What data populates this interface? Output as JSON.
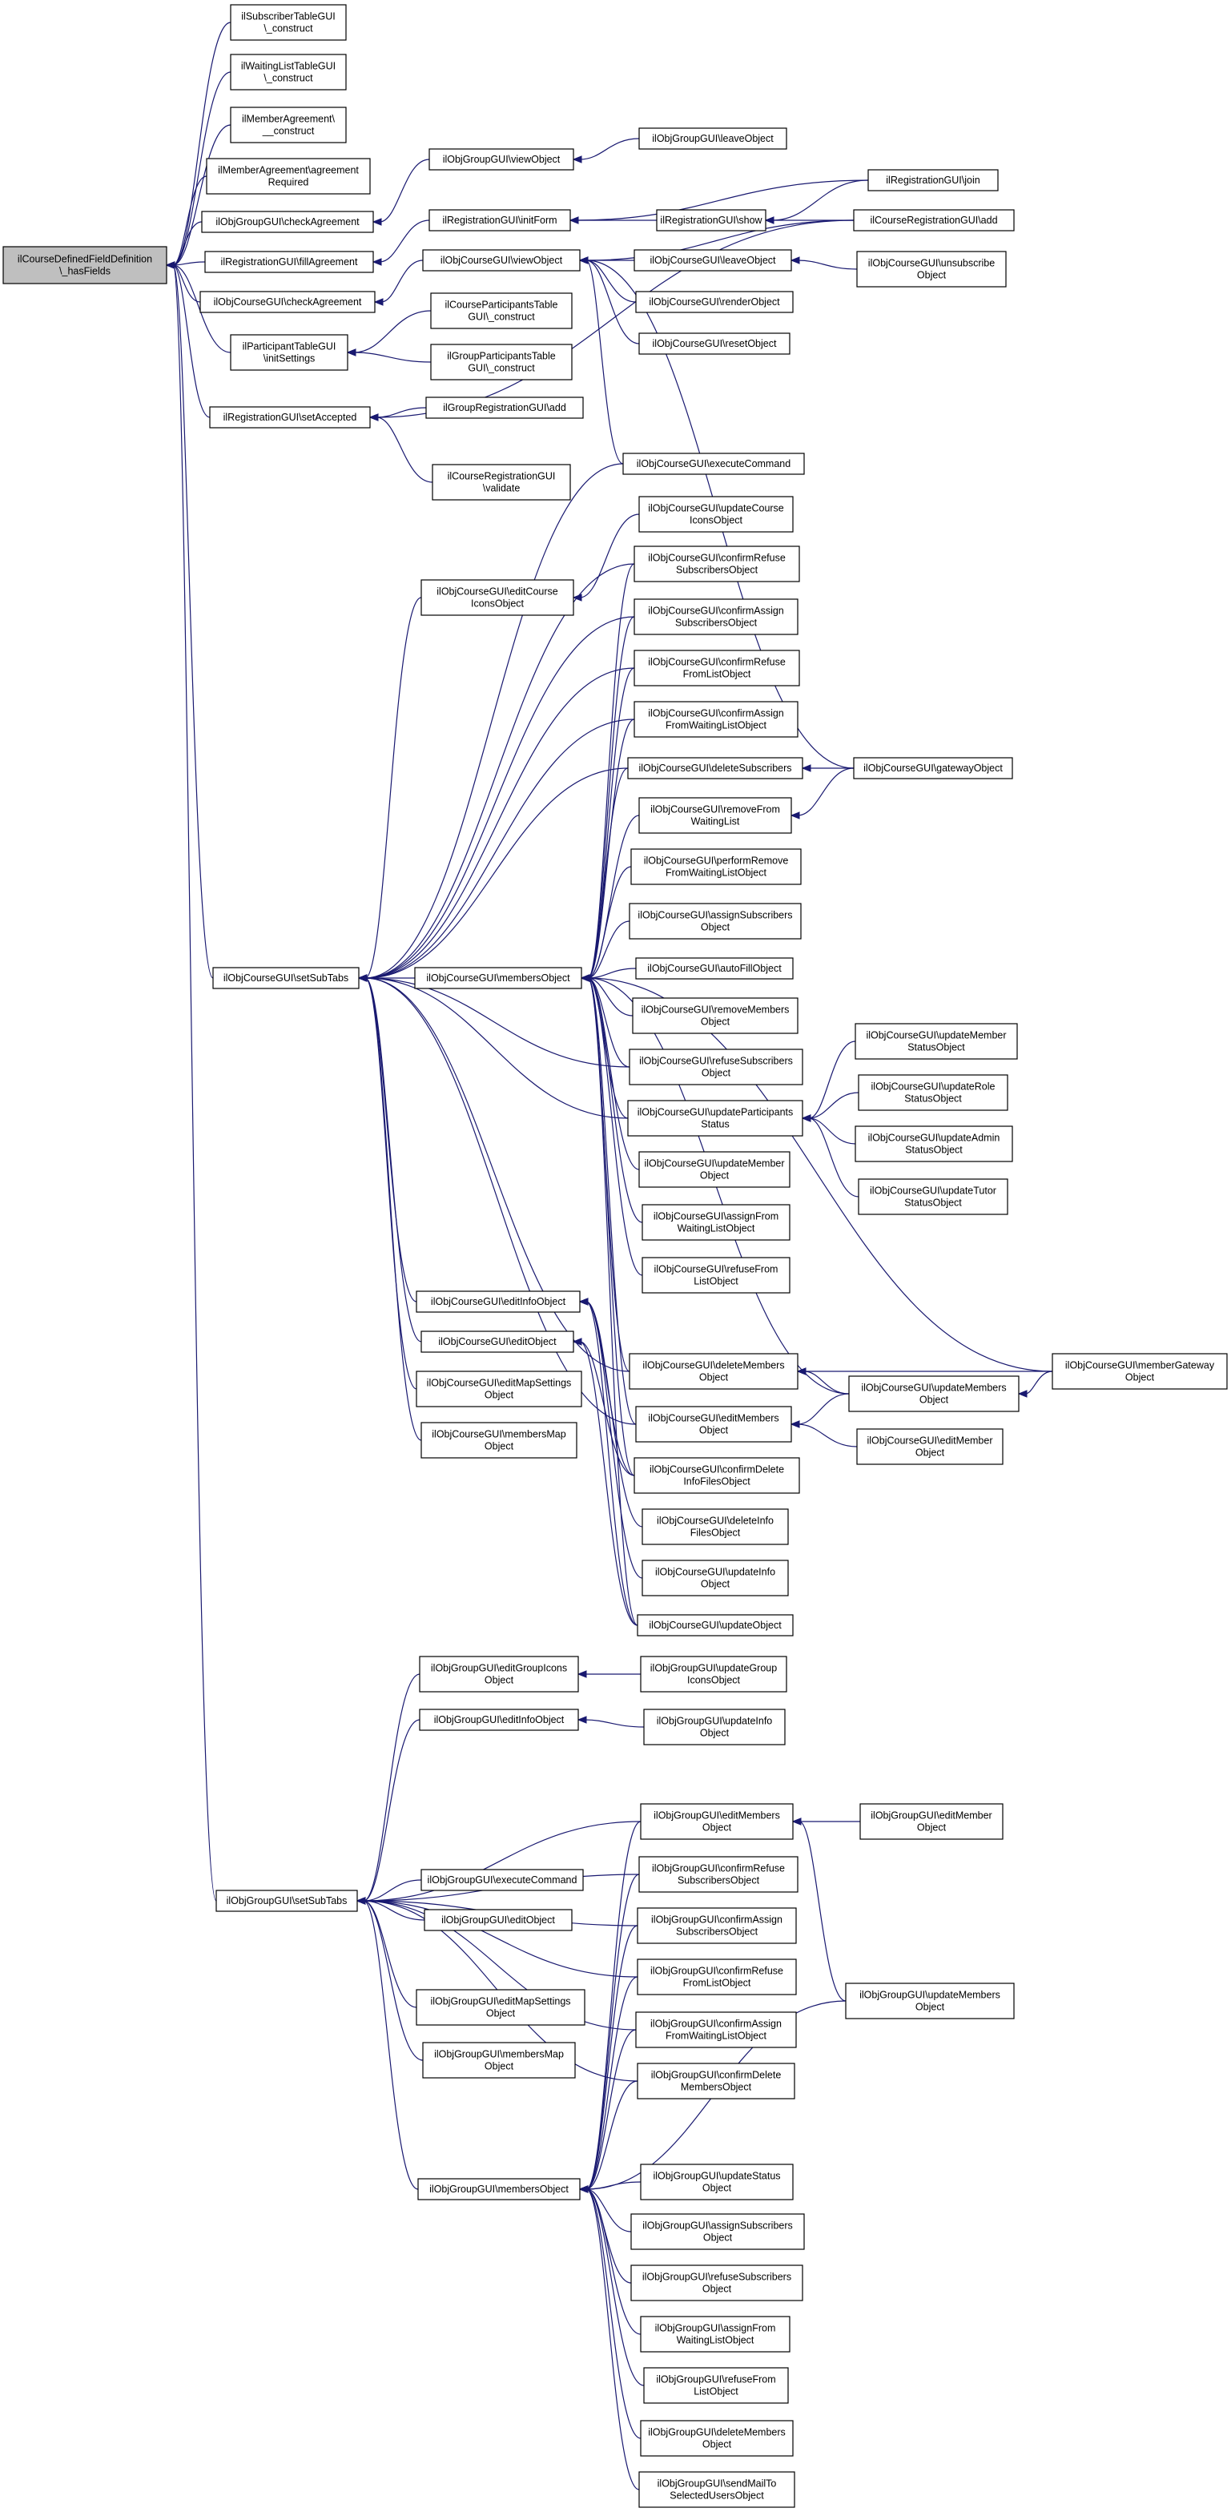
{
  "nodes": [
    {
      "id": "root",
      "lines": [
        "ilCourseDefinedFieldDefinition",
        "\\_hasFields"
      ],
      "root": true
    },
    {
      "id": "n1",
      "lines": [
        "ilSubscriberTableGUI",
        "\\_construct"
      ]
    },
    {
      "id": "n2",
      "lines": [
        "ilWaitingListTableGUI",
        "\\_construct"
      ]
    },
    {
      "id": "n3",
      "lines": [
        "ilMemberAgreement\\",
        "__construct"
      ]
    },
    {
      "id": "n4",
      "lines": [
        "ilMemberAgreement\\agreement",
        "Required"
      ]
    },
    {
      "id": "n5",
      "lines": [
        "ilObjGroupGUI\\checkAgreement"
      ]
    },
    {
      "id": "n6",
      "lines": [
        "ilRegistrationGUI\\fillAgreement"
      ]
    },
    {
      "id": "n7",
      "lines": [
        "ilObjCourseGUI\\checkAgreement"
      ]
    },
    {
      "id": "n8",
      "lines": [
        "ilParticipantTableGUI",
        "\\initSettings"
      ]
    },
    {
      "id": "n9",
      "lines": [
        "ilRegistrationGUI\\setAccepted"
      ]
    },
    {
      "id": "n10",
      "lines": [
        "ilObjGroupGUI\\viewObject"
      ]
    },
    {
      "id": "n11",
      "lines": [
        "ilRegistrationGUI\\initForm"
      ]
    },
    {
      "id": "n12",
      "lines": [
        "ilObjCourseGUI\\viewObject"
      ]
    },
    {
      "id": "n13",
      "lines": [
        "ilCourseParticipantsTable",
        "GUI\\_construct"
      ]
    },
    {
      "id": "n14",
      "lines": [
        "ilGroupParticipantsTable",
        "GUI\\_construct"
      ]
    },
    {
      "id": "n15",
      "lines": [
        "ilGroupRegistrationGUI\\add"
      ]
    },
    {
      "id": "n16",
      "lines": [
        "ilCourseRegistrationGUI",
        "\\validate"
      ]
    },
    {
      "id": "n17",
      "lines": [
        "ilObjGroupGUI\\leaveObject"
      ]
    },
    {
      "id": "n18",
      "lines": [
        "ilRegistrationGUI\\show"
      ]
    },
    {
      "id": "n19",
      "lines": [
        "ilObjCourseGUI\\leaveObject"
      ]
    },
    {
      "id": "n20",
      "lines": [
        "ilObjCourseGUI\\renderObject"
      ]
    },
    {
      "id": "n21",
      "lines": [
        "ilObjCourseGUI\\resetObject"
      ]
    },
    {
      "id": "n22",
      "lines": [
        "ilObjCourseGUI\\executeCommand"
      ]
    },
    {
      "id": "n23",
      "lines": [
        "ilRegistrationGUI\\join"
      ]
    },
    {
      "id": "n24",
      "lines": [
        "ilCourseRegistrationGUI\\add"
      ]
    },
    {
      "id": "n25",
      "lines": [
        "ilObjCourseGUI\\unsubscribe",
        "Object"
      ]
    },
    {
      "id": "n26",
      "lines": [
        "ilObjCourseGUI\\setSubTabs"
      ]
    },
    {
      "id": "n27",
      "lines": [
        "ilObjCourseGUI\\editCourse",
        "IconsObject"
      ]
    },
    {
      "id": "n28",
      "lines": [
        "ilObjCourseGUI\\membersObject"
      ]
    },
    {
      "id": "n29",
      "lines": [
        "ilObjCourseGUI\\editInfoObject"
      ]
    },
    {
      "id": "n30",
      "lines": [
        "ilObjCourseGUI\\editObject"
      ]
    },
    {
      "id": "n31",
      "lines": [
        "ilObjCourseGUI\\editMapSettings",
        "Object"
      ]
    },
    {
      "id": "n32",
      "lines": [
        "ilObjCourseGUI\\membersMap",
        "Object"
      ]
    },
    {
      "id": "n33",
      "lines": [
        "ilObjCourseGUI\\updateCourse",
        "IconsObject"
      ]
    },
    {
      "id": "n34",
      "lines": [
        "ilObjCourseGUI\\confirmRefuse",
        "SubscribersObject"
      ]
    },
    {
      "id": "n35",
      "lines": [
        "ilObjCourseGUI\\confirmAssign",
        "SubscribersObject"
      ]
    },
    {
      "id": "n36",
      "lines": [
        "ilObjCourseGUI\\confirmRefuse",
        "FromListObject"
      ]
    },
    {
      "id": "n37",
      "lines": [
        "ilObjCourseGUI\\confirmAssign",
        "FromWaitingListObject"
      ]
    },
    {
      "id": "n38",
      "lines": [
        "ilObjCourseGUI\\deleteSubscribers"
      ]
    },
    {
      "id": "n39",
      "lines": [
        "ilObjCourseGUI\\removeFrom",
        "WaitingList"
      ]
    },
    {
      "id": "n40",
      "lines": [
        "ilObjCourseGUI\\performRemove",
        "FromWaitingListObject"
      ]
    },
    {
      "id": "n41",
      "lines": [
        "ilObjCourseGUI\\assignSubscribers",
        "Object"
      ]
    },
    {
      "id": "n42",
      "lines": [
        "ilObjCourseGUI\\autoFillObject"
      ]
    },
    {
      "id": "n43",
      "lines": [
        "ilObjCourseGUI\\removeMembers",
        "Object"
      ]
    },
    {
      "id": "n44",
      "lines": [
        "ilObjCourseGUI\\refuseSubscribers",
        "Object"
      ]
    },
    {
      "id": "n45",
      "lines": [
        "ilObjCourseGUI\\updateParticipants",
        "Status"
      ]
    },
    {
      "id": "n46",
      "lines": [
        "ilObjCourseGUI\\updateMember",
        "Object"
      ]
    },
    {
      "id": "n47",
      "lines": [
        "ilObjCourseGUI\\assignFrom",
        "WaitingListObject"
      ]
    },
    {
      "id": "n48",
      "lines": [
        "ilObjCourseGUI\\refuseFrom",
        "ListObject"
      ]
    },
    {
      "id": "n49",
      "lines": [
        "ilObjCourseGUI\\deleteMembers",
        "Object"
      ]
    },
    {
      "id": "n50",
      "lines": [
        "ilObjCourseGUI\\editMembers",
        "Object"
      ]
    },
    {
      "id": "n51",
      "lines": [
        "ilObjCourseGUI\\confirmDelete",
        "InfoFilesObject"
      ]
    },
    {
      "id": "n52",
      "lines": [
        "ilObjCourseGUI\\deleteInfo",
        "FilesObject"
      ]
    },
    {
      "id": "n53",
      "lines": [
        "ilObjCourseGUI\\updateInfo",
        "Object"
      ]
    },
    {
      "id": "n54",
      "lines": [
        "ilObjCourseGUI\\updateObject"
      ]
    },
    {
      "id": "n55",
      "lines": [
        "ilObjCourseGUI\\gatewayObject"
      ]
    },
    {
      "id": "n56",
      "lines": [
        "ilObjCourseGUI\\updateMember",
        "StatusObject"
      ]
    },
    {
      "id": "n57",
      "lines": [
        "ilObjCourseGUI\\updateRole",
        "StatusObject"
      ]
    },
    {
      "id": "n58",
      "lines": [
        "ilObjCourseGUI\\updateAdmin",
        "StatusObject"
      ]
    },
    {
      "id": "n59",
      "lines": [
        "ilObjCourseGUI\\updateTutor",
        "StatusObject"
      ]
    },
    {
      "id": "n60",
      "lines": [
        "ilObjCourseGUI\\updateMembers",
        "Object"
      ]
    },
    {
      "id": "n61",
      "lines": [
        "ilObjCourseGUI\\editMember",
        "Object"
      ]
    },
    {
      "id": "n62",
      "lines": [
        "ilObjCourseGUI\\memberGateway",
        "Object"
      ]
    },
    {
      "id": "n63",
      "lines": [
        "ilObjGroupGUI\\setSubTabs"
      ]
    },
    {
      "id": "n64",
      "lines": [
        "ilObjGroupGUI\\editGroupIcons",
        "Object"
      ]
    },
    {
      "id": "n65",
      "lines": [
        "ilObjGroupGUI\\editInfoObject"
      ]
    },
    {
      "id": "n66",
      "lines": [
        "ilObjGroupGUI\\executeCommand"
      ]
    },
    {
      "id": "n67",
      "lines": [
        "ilObjGroupGUI\\editObject"
      ]
    },
    {
      "id": "n68",
      "lines": [
        "ilObjGroupGUI\\editMapSettings",
        "Object"
      ]
    },
    {
      "id": "n69",
      "lines": [
        "ilObjGroupGUI\\membersMap",
        "Object"
      ]
    },
    {
      "id": "n70",
      "lines": [
        "ilObjGroupGUI\\membersObject"
      ]
    },
    {
      "id": "n71",
      "lines": [
        "ilObjGroupGUI\\updateGroup",
        "IconsObject"
      ]
    },
    {
      "id": "n72",
      "lines": [
        "ilObjGroupGUI\\updateInfo",
        "Object"
      ]
    },
    {
      "id": "n73",
      "lines": [
        "ilObjGroupGUI\\editMembers",
        "Object"
      ]
    },
    {
      "id": "n74",
      "lines": [
        "ilObjGroupGUI\\confirmRefuse",
        "SubscribersObject"
      ]
    },
    {
      "id": "n75",
      "lines": [
        "ilObjGroupGUI\\confirmAssign",
        "SubscribersObject"
      ]
    },
    {
      "id": "n76",
      "lines": [
        "ilObjGroupGUI\\confirmRefuse",
        "FromListObject"
      ]
    },
    {
      "id": "n77",
      "lines": [
        "ilObjGroupGUI\\confirmAssign",
        "FromWaitingListObject"
      ]
    },
    {
      "id": "n78",
      "lines": [
        "ilObjGroupGUI\\confirmDelete",
        "MembersObject"
      ]
    },
    {
      "id": "n79",
      "lines": [
        "ilObjGroupGUI\\updateStatus",
        "Object"
      ]
    },
    {
      "id": "n80",
      "lines": [
        "ilObjGroupGUI\\assignSubscribers",
        "Object"
      ]
    },
    {
      "id": "n81",
      "lines": [
        "ilObjGroupGUI\\refuseSubscribers",
        "Object"
      ]
    },
    {
      "id": "n82",
      "lines": [
        "ilObjGroupGUI\\assignFrom",
        "WaitingListObject"
      ]
    },
    {
      "id": "n83",
      "lines": [
        "ilObjGroupGUI\\refuseFrom",
        "ListObject"
      ]
    },
    {
      "id": "n84",
      "lines": [
        "ilObjGroupGUI\\deleteMembers",
        "Object"
      ]
    },
    {
      "id": "n85",
      "lines": [
        "ilObjGroupGUI\\sendMailTo",
        "SelectedUsersObject"
      ]
    },
    {
      "id": "n86",
      "lines": [
        "ilObjGroupGUI\\editMember",
        "Object"
      ]
    },
    {
      "id": "n87",
      "lines": [
        "ilObjGroupGUI\\updateMembers",
        "Object"
      ]
    }
  ],
  "edges": [
    [
      "n1",
      "root"
    ],
    [
      "n2",
      "root"
    ],
    [
      "n3",
      "root"
    ],
    [
      "n4",
      "root"
    ],
    [
      "n5",
      "root"
    ],
    [
      "n6",
      "root"
    ],
    [
      "n7",
      "root"
    ],
    [
      "n8",
      "root"
    ],
    [
      "n9",
      "root"
    ],
    [
      "n26",
      "root"
    ],
    [
      "n63",
      "root"
    ],
    [
      "n10",
      "n5"
    ],
    [
      "n11",
      "n6"
    ],
    [
      "n12",
      "n7"
    ],
    [
      "n13",
      "n8"
    ],
    [
      "n14",
      "n8"
    ],
    [
      "n15",
      "n9"
    ],
    [
      "n16",
      "n9"
    ],
    [
      "n24",
      "n9"
    ],
    [
      "n17",
      "n10"
    ],
    [
      "n18",
      "n11"
    ],
    [
      "n23",
      "n11"
    ],
    [
      "n23",
      "n18"
    ],
    [
      "n24",
      "n18"
    ],
    [
      "n19",
      "n12"
    ],
    [
      "n20",
      "n12"
    ],
    [
      "n21",
      "n12"
    ],
    [
      "n22",
      "n12"
    ],
    [
      "n55",
      "n12"
    ],
    [
      "n24",
      "n12"
    ],
    [
      "n25",
      "n19"
    ],
    [
      "n22",
      "n26"
    ],
    [
      "n27",
      "n26"
    ],
    [
      "n28",
      "n26"
    ],
    [
      "n29",
      "n26"
    ],
    [
      "n30",
      "n26"
    ],
    [
      "n31",
      "n26"
    ],
    [
      "n32",
      "n26"
    ],
    [
      "n34",
      "n26"
    ],
    [
      "n35",
      "n26"
    ],
    [
      "n36",
      "n26"
    ],
    [
      "n37",
      "n26"
    ],
    [
      "n38",
      "n26"
    ],
    [
      "n44",
      "n26"
    ],
    [
      "n45",
      "n26"
    ],
    [
      "n49",
      "n26"
    ],
    [
      "n50",
      "n26"
    ],
    [
      "n33",
      "n27"
    ],
    [
      "n34",
      "n28"
    ],
    [
      "n35",
      "n28"
    ],
    [
      "n36",
      "n28"
    ],
    [
      "n37",
      "n28"
    ],
    [
      "n38",
      "n28"
    ],
    [
      "n39",
      "n28"
    ],
    [
      "n40",
      "n28"
    ],
    [
      "n41",
      "n28"
    ],
    [
      "n42",
      "n28"
    ],
    [
      "n43",
      "n28"
    ],
    [
      "n44",
      "n28"
    ],
    [
      "n45",
      "n28"
    ],
    [
      "n46",
      "n28"
    ],
    [
      "n47",
      "n28"
    ],
    [
      "n48",
      "n28"
    ],
    [
      "n49",
      "n28"
    ],
    [
      "n50",
      "n28"
    ],
    [
      "n51",
      "n28"
    ],
    [
      "n54",
      "n28"
    ],
    [
      "n60",
      "n28"
    ],
    [
      "n62",
      "n28"
    ],
    [
      "n51",
      "n29"
    ],
    [
      "n52",
      "n29"
    ],
    [
      "n53",
      "n29"
    ],
    [
      "n54",
      "n29"
    ],
    [
      "n51",
      "n30"
    ],
    [
      "n54",
      "n30"
    ],
    [
      "n55",
      "n38"
    ],
    [
      "n55",
      "n39"
    ],
    [
      "n56",
      "n45"
    ],
    [
      "n57",
      "n45"
    ],
    [
      "n58",
      "n45"
    ],
    [
      "n59",
      "n45"
    ],
    [
      "n60",
      "n49"
    ],
    [
      "n62",
      "n49"
    ],
    [
      "n60",
      "n50"
    ],
    [
      "n61",
      "n50"
    ],
    [
      "n62",
      "n60"
    ],
    [
      "n64",
      "n63"
    ],
    [
      "n65",
      "n63"
    ],
    [
      "n66",
      "n63"
    ],
    [
      "n67",
      "n63"
    ],
    [
      "n68",
      "n63"
    ],
    [
      "n69",
      "n63"
    ],
    [
      "n70",
      "n63"
    ],
    [
      "n73",
      "n63"
    ],
    [
      "n74",
      "n63"
    ],
    [
      "n75",
      "n63"
    ],
    [
      "n76",
      "n63"
    ],
    [
      "n77",
      "n63"
    ],
    [
      "n78",
      "n63"
    ],
    [
      "n71",
      "n64"
    ],
    [
      "n72",
      "n65"
    ],
    [
      "n73",
      "n70"
    ],
    [
      "n74",
      "n70"
    ],
    [
      "n75",
      "n70"
    ],
    [
      "n76",
      "n70"
    ],
    [
      "n77",
      "n70"
    ],
    [
      "n78",
      "n70"
    ],
    [
      "n79",
      "n70"
    ],
    [
      "n80",
      "n70"
    ],
    [
      "n81",
      "n70"
    ],
    [
      "n82",
      "n70"
    ],
    [
      "n83",
      "n70"
    ],
    [
      "n84",
      "n70"
    ],
    [
      "n85",
      "n70"
    ],
    [
      "n87",
      "n70"
    ],
    [
      "n86",
      "n73"
    ],
    [
      "n87",
      "n73"
    ]
  ]
}
